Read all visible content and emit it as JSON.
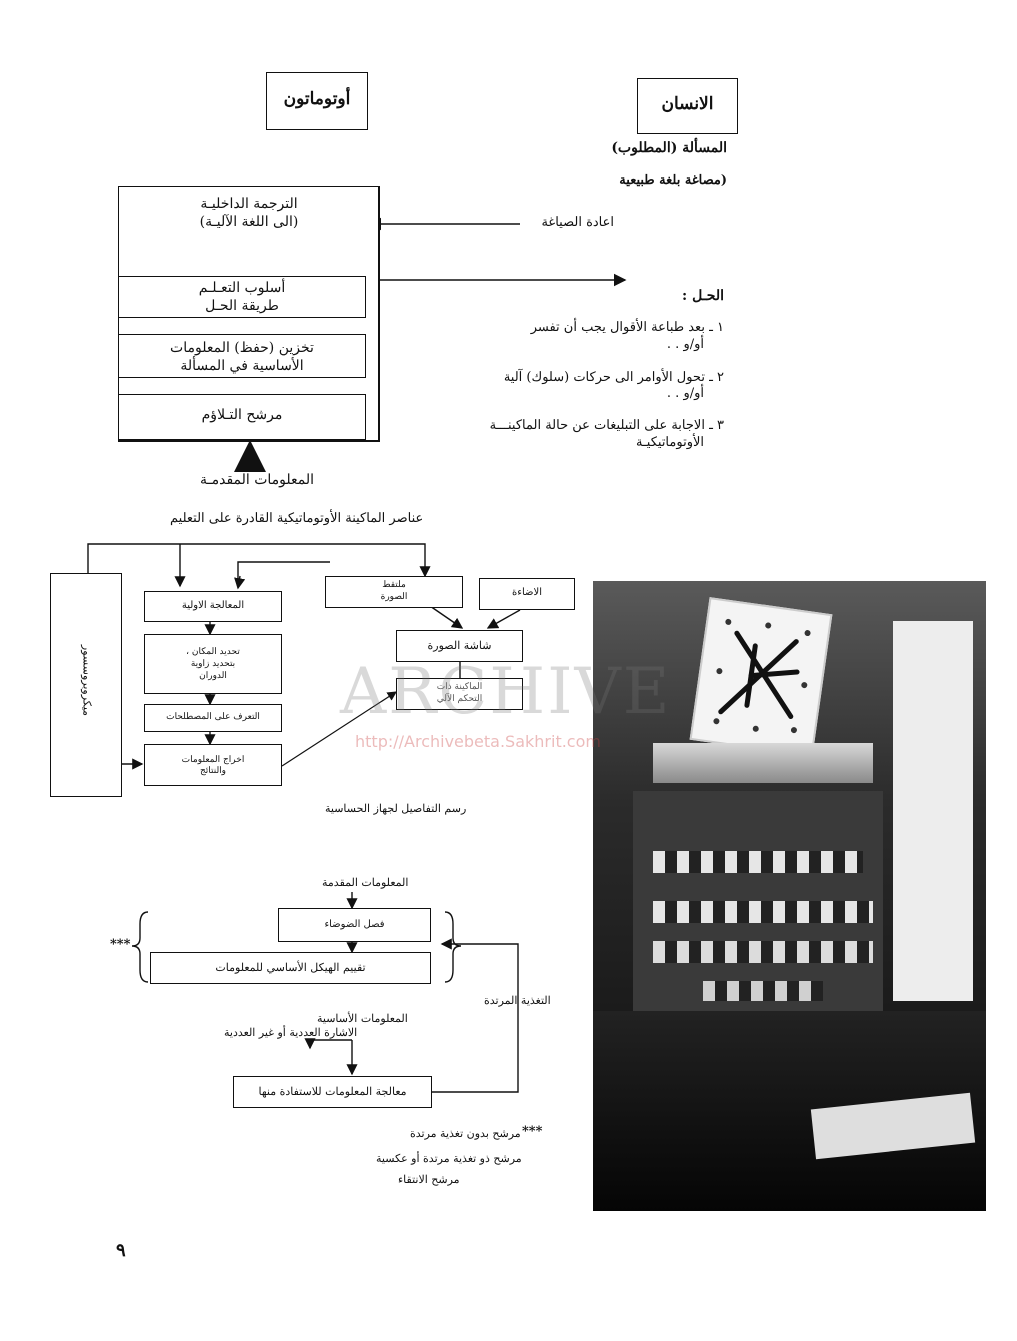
{
  "header": {
    "automaton_label": "أوتوماتون",
    "human_label": "الانسان"
  },
  "problem": {
    "line1": "المسألة (المطلوب)",
    "line2": "(مصاغة بلغة طبيعية",
    "reformulation": "اعادة الصياغة"
  },
  "automaton_stack": {
    "translation_line1": "الترجمة الداخليـة",
    "translation_line2": "(الى اللغة الآليـة)",
    "learning_line1": "أسلوب التعـلـم",
    "learning_line2": "طريقة الحـل",
    "storage_line1": "تخزين (حفظ) المعلومات",
    "storage_line2": "الأساسية في المسألة",
    "filter": "مرشح التـلاؤم",
    "input_info": "المعلومات المقدمـة"
  },
  "solution": {
    "heading": "الحـل :",
    "item1_line1": "١ ـ بعد طباعة الأقوال  يجب أن تفسر",
    "item1_line2": "أو/و . .",
    "item2_line1": "٢ ـ تحول الأوامر الى حركات (سلوك) آلية",
    "item2_line2": "أو/و . .",
    "item3_line1": "٣ ـ الاجابة على التبليغات عن حالة الماكينـــة",
    "item3_line2": "الأوتوماتيكيـة"
  },
  "diagram2": {
    "title": "عناصر الماكينة الأوتوماتيكية القادرة على التعليم",
    "microprocessor": "ميكروبروسسور",
    "preprocessing": "المعالجة الاولية",
    "locate_line1": "تحديد المكان ،",
    "locate_line2": "بتحديد زاوية",
    "locate_line3": "الدوران",
    "recognition": "التعرف على المصطلحات",
    "output_line1": "اخراج المعلومات",
    "output_line2": "والنتائج",
    "camera_line1": "ملتقط",
    "camera_line2": "الصورة",
    "lighting": "الاضاءة",
    "screen": "شاشة الصورة",
    "auto_control_line1": "الماكينة ذات",
    "auto_control_line2": "التحكم الآلي",
    "caption": "رسم التفاصيل لجهاز الحساسية"
  },
  "diagram3": {
    "input_info": "المعلومات المقدمة",
    "noise_separation": "فصل الضوضاء",
    "structure_eval": "تقييم الهيكل الأساسي للمعلومات",
    "basic_info": "المعلومات الأساسية",
    "signal": "الاشارة العددية أو غير العددية",
    "processing": "معالجة المعلومات للاستفادة منها",
    "feedback": "التغذية المرتدة",
    "stars": "***"
  },
  "legend": {
    "line1": "مرشح بدون تغذية مرتدة",
    "line1_mark": "***",
    "line2": "مرشح ذو تغذية مرتدة أو عكسية",
    "line3": "مرشح الانتقاء"
  },
  "watermark": {
    "word": "ARCHIVE",
    "url": "http://Archivebeta.Sakhrit.com"
  },
  "page_number": "٩"
}
